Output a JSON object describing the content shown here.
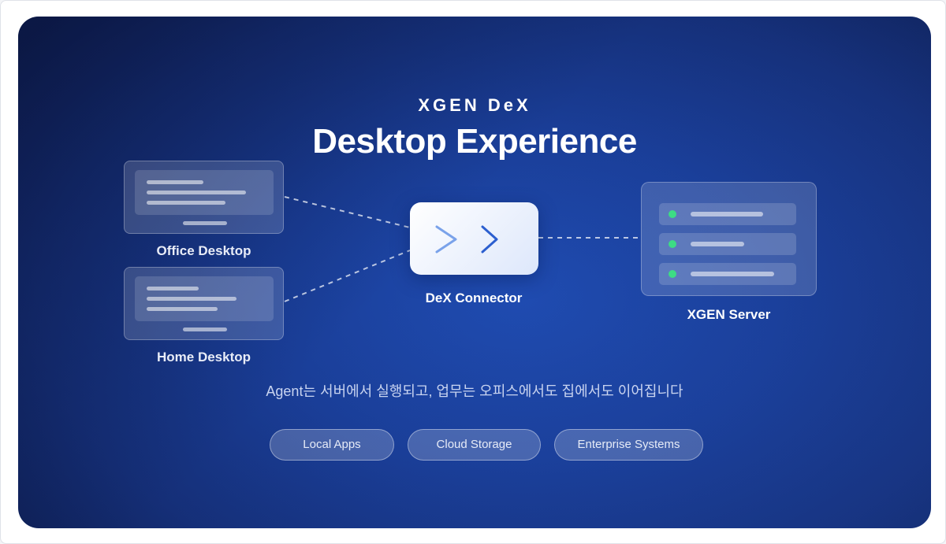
{
  "header": {
    "eyebrow": "XGEN DeX",
    "title": "Desktop Experience"
  },
  "nodes": {
    "office": "Office Desktop",
    "home": "Home Desktop",
    "connector": "DeX Connector",
    "server": "XGEN Server"
  },
  "tagline": "Agent는 서버에서 실행되고, 업무는 오피스에서도 집에서도 이어집니다",
  "chips": [
    "Local Apps",
    "Cloud Storage",
    "Enterprise Systems"
  ],
  "colors": {
    "panel_center": "#1f4bb0",
    "panel_edge": "#0f2158",
    "connector_arrow": "#3b6fd6",
    "status_dot": "#3ddc84"
  }
}
